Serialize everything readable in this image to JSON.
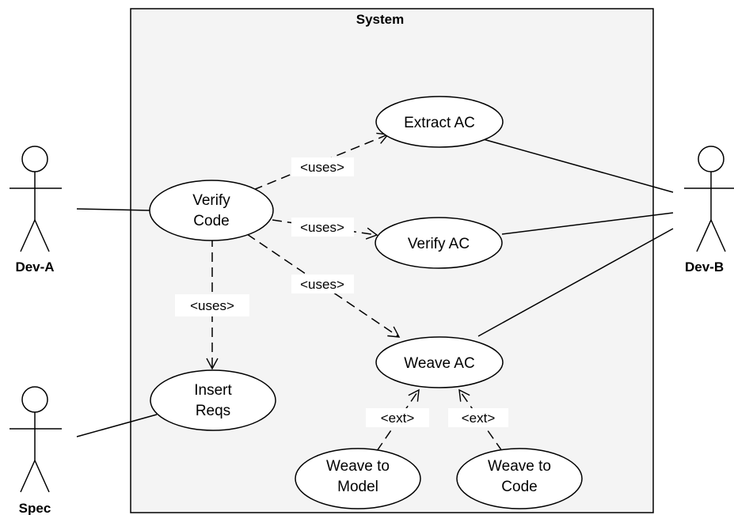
{
  "system": {
    "title": "System"
  },
  "actors": {
    "dev_a": {
      "name": "Dev-A"
    },
    "dev_b": {
      "name": "Dev-B"
    },
    "spec": {
      "name": "Spec"
    }
  },
  "use_cases": {
    "extract_ac": {
      "lines": [
        "Extract AC"
      ]
    },
    "verify_code": {
      "lines": [
        "Verify",
        "Code"
      ]
    },
    "verify_ac": {
      "lines": [
        "Verify AC"
      ]
    },
    "weave_ac": {
      "lines": [
        "Weave AC"
      ]
    },
    "insert_reqs": {
      "lines": [
        "Insert",
        "Reqs"
      ]
    },
    "weave_to_model": {
      "lines": [
        "Weave to",
        "Model"
      ]
    },
    "weave_to_code": {
      "lines": [
        "Weave to",
        "Code"
      ]
    }
  },
  "relations": {
    "uses_extract": "<uses>",
    "uses_verify_ac": "<uses>",
    "uses_weave": "<uses>",
    "uses_insert": "<uses>",
    "ext_model": "<ext>",
    "ext_code": "<ext>"
  },
  "colors": {
    "system_fill": "#f4f4f4",
    "stroke": "#000000",
    "background": "#ffffff"
  }
}
